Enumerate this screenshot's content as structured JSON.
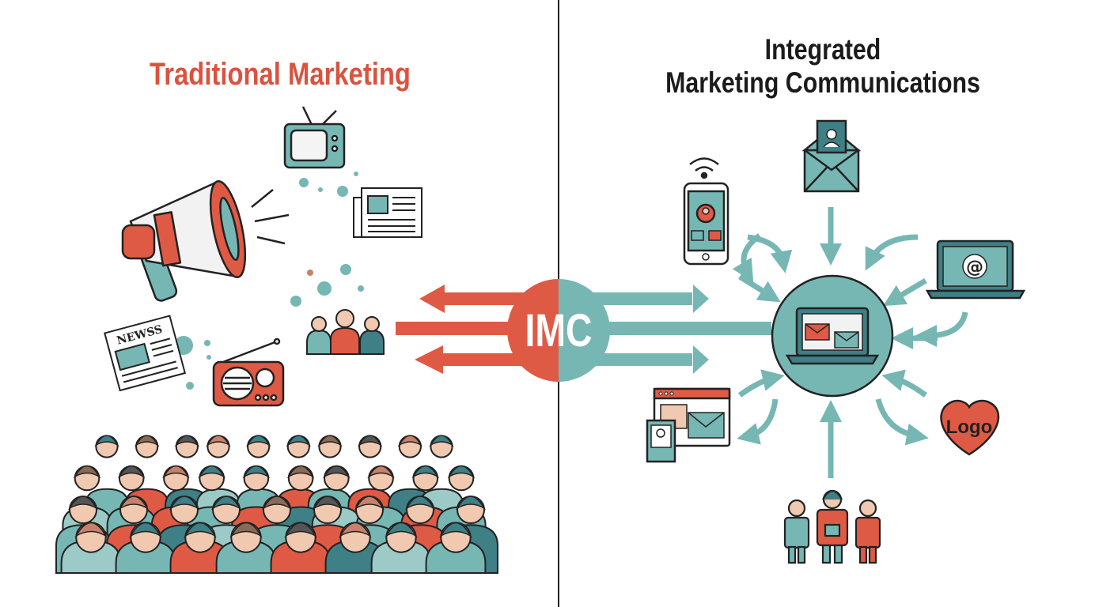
{
  "left": {
    "title": "Traditional Marketing",
    "newspaper_masthead": "NEWSS"
  },
  "right": {
    "title_line1": "Integrated",
    "title_line2": "Marketing Communications",
    "laptop_symbol": "@",
    "logo_text": "Logo"
  },
  "center": {
    "label": "IMC"
  },
  "colors": {
    "red": "#df5a45",
    "teal": "#76b7b4",
    "dark_teal": "#3f7f86",
    "outline": "#222222",
    "light_teal": "#9ccac6"
  },
  "icons": [
    "megaphone-icon",
    "tv-icon",
    "newspaper-icon",
    "radio-icon",
    "group-icon",
    "crowd-icon",
    "smartphone-icon",
    "envelope-icon",
    "laptop-icon",
    "browser-window-icon",
    "logo-heart-icon",
    "team-icon",
    "hub-laptop-icon"
  ]
}
